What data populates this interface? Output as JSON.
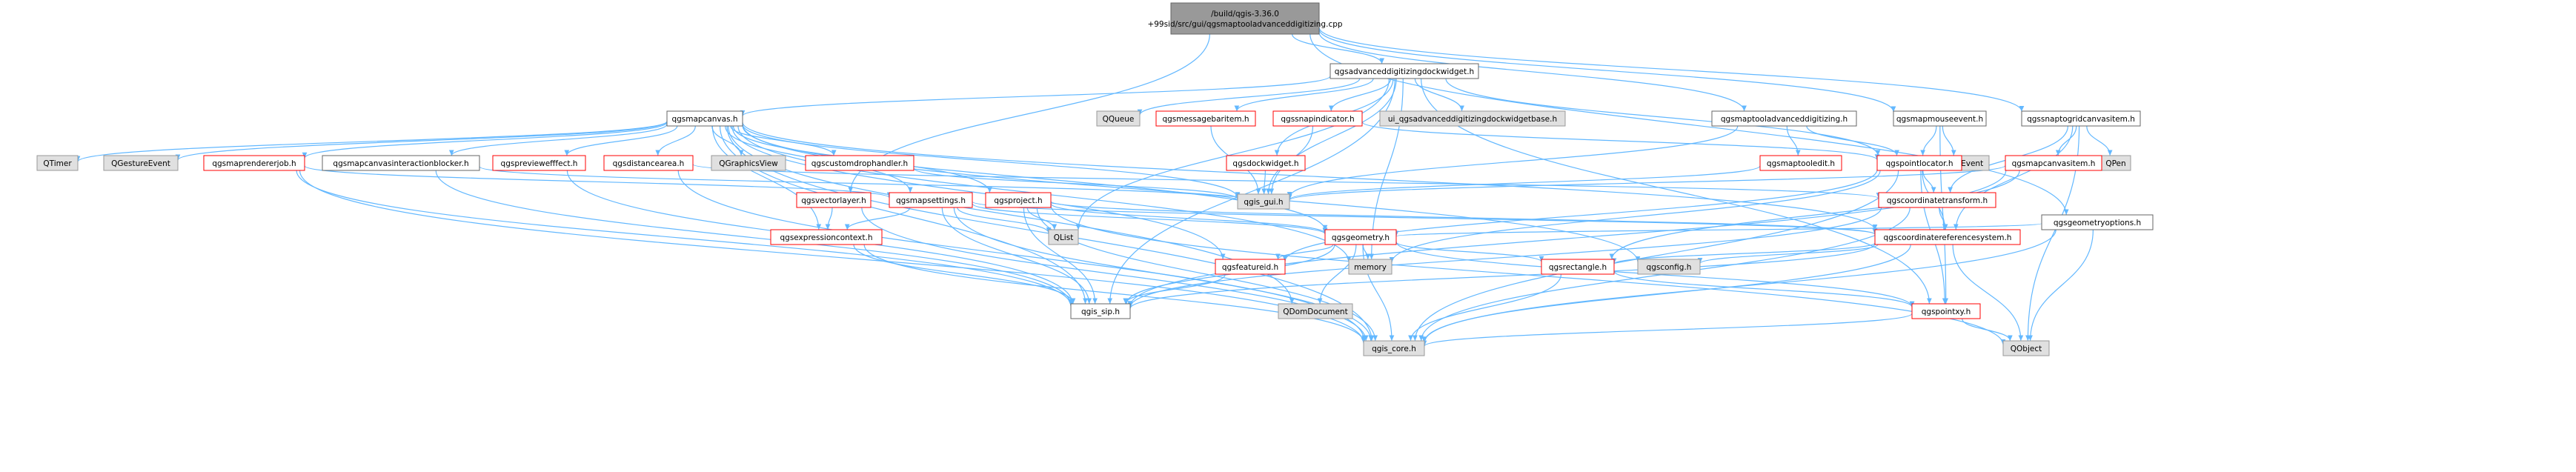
{
  "title": "/build/qgis-3.36.0+99sid/src/gui/qgsmaptooladvanceddigitizing.cpp",
  "colors": {
    "root_fill": "#999999",
    "normal_fill": "#ffffff",
    "normal_stroke": "#666666",
    "leaf_fill": "#e0e0e0",
    "leaf_stroke": "#999999",
    "red_stroke": "#ff0000",
    "edge": "#63b8ff",
    "text": "#000000"
  },
  "nodes": [
    {
      "id": "root",
      "lines": [
        "/build/qgis-3.36.0",
        "+99sid/src/gui/qgsmaptooladvanceddigitizing.cpp"
      ],
      "style": "root"
    },
    {
      "id": "advdock",
      "lines": [
        "qgsadvanceddigitizingdockwidget.h"
      ],
      "style": "normal"
    },
    {
      "id": "mapcanvas",
      "lines": [
        "qgsmapcanvas.h"
      ],
      "style": "normal"
    },
    {
      "id": "maptooladv",
      "lines": [
        "qgsmaptooladvanceddigitizing.h"
      ],
      "style": "normal"
    },
    {
      "id": "mapmouseevent",
      "lines": [
        "qgsmapmouseevent.h"
      ],
      "style": "normal"
    },
    {
      "id": "snaptogrid",
      "lines": [
        "qgssnaptogridcanvasitem.h"
      ],
      "style": "normal"
    },
    {
      "id": "qtimer",
      "lines": [
        "QTimer"
      ],
      "style": "leaf"
    },
    {
      "id": "qgesture",
      "lines": [
        "QGestureEvent"
      ],
      "style": "leaf"
    },
    {
      "id": "maprendererjob",
      "lines": [
        "qgsmaprendererjob.h"
      ],
      "style": "red"
    },
    {
      "id": "interactionblocker",
      "lines": [
        "qgsmapcanvasinteractionblocker.h"
      ],
      "style": "normal"
    },
    {
      "id": "previeweffect",
      "lines": [
        "qgspreviewefffect.h"
      ],
      "style": "red"
    },
    {
      "id": "distancearea",
      "lines": [
        "qgsdistancearea.h"
      ],
      "style": "red"
    },
    {
      "id": "qgraphicsview",
      "lines": [
        "QGraphicsView"
      ],
      "style": "leaf"
    },
    {
      "id": "customdrop",
      "lines": [
        "qgscustomdrophandler.h"
      ],
      "style": "red"
    },
    {
      "id": "qqueue",
      "lines": [
        "QQueue"
      ],
      "style": "leaf"
    },
    {
      "id": "messagebar",
      "lines": [
        "qgsmessagebaritem.h"
      ],
      "style": "red"
    },
    {
      "id": "snapindicator",
      "lines": [
        "qgssnapindicator.h"
      ],
      "style": "red"
    },
    {
      "id": "uiadv",
      "lines": [
        "ui_qgsadvanceddigitizingdockwidgetbase.h"
      ],
      "style": "leaf"
    },
    {
      "id": "dockwidget",
      "lines": [
        "qgsdockwidget.h"
      ],
      "style": "red"
    },
    {
      "id": "qmouseevent",
      "lines": [
        "QMouseEvent"
      ],
      "style": "leaf"
    },
    {
      "id": "qpen",
      "lines": [
        "QPen"
      ],
      "style": "leaf"
    },
    {
      "id": "maptooledit",
      "lines": [
        "qgsmaptooledit.h"
      ],
      "style": "red"
    },
    {
      "id": "pointlocator",
      "lines": [
        "qgspointlocator.h"
      ],
      "style": "red"
    },
    {
      "id": "mapcanvasitem",
      "lines": [
        "qgsmapcanvasitem.h"
      ],
      "style": "red"
    },
    {
      "id": "qgisgui",
      "lines": [
        "qgis_gui.h"
      ],
      "style": "leaf"
    },
    {
      "id": "vectorlayer",
      "lines": [
        "qgsvectorlayer.h"
      ],
      "style": "red"
    },
    {
      "id": "mapsettings",
      "lines": [
        "qgsmapsettings.h"
      ],
      "style": "red"
    },
    {
      "id": "project",
      "lines": [
        "qgsproject.h"
      ],
      "style": "red"
    },
    {
      "id": "coordtransform",
      "lines": [
        "qgscoordinatetransform.h"
      ],
      "style": "red"
    },
    {
      "id": "geometryoptions",
      "lines": [
        "qgsgeometryoptions.h"
      ],
      "style": "normal"
    },
    {
      "id": "qlist",
      "lines": [
        "QList"
      ],
      "style": "leaf"
    },
    {
      "id": "exprcontext",
      "lines": [
        "qgsexpressioncontext.h"
      ],
      "style": "red"
    },
    {
      "id": "geometry",
      "lines": [
        "qgsgeometry.h"
      ],
      "style": "red"
    },
    {
      "id": "crs",
      "lines": [
        "qgscoordinatereferencesystem.h"
      ],
      "style": "red"
    },
    {
      "id": "featureid",
      "lines": [
        "qgsfeatureid.h"
      ],
      "style": "red"
    },
    {
      "id": "memory",
      "lines": [
        "memory"
      ],
      "style": "leaf"
    },
    {
      "id": "rectangle",
      "lines": [
        "qgsrectangle.h"
      ],
      "style": "red"
    },
    {
      "id": "qgsconfig",
      "lines": [
        "qgsconfig.h"
      ],
      "style": "leaf"
    },
    {
      "id": "qgissip",
      "lines": [
        "qgis_sip.h"
      ],
      "style": "normal"
    },
    {
      "id": "qdomdocument",
      "lines": [
        "QDomDocument"
      ],
      "style": "leaf"
    },
    {
      "id": "pointxy",
      "lines": [
        "qgspointxy.h"
      ],
      "style": "red"
    },
    {
      "id": "qgiscore",
      "lines": [
        "qgis_core.h"
      ],
      "style": "leaf"
    },
    {
      "id": "qobject",
      "lines": [
        "QObject"
      ],
      "style": "leaf"
    }
  ],
  "edges": [
    [
      "root",
      "advdock"
    ],
    [
      "root",
      "maptooladv"
    ],
    [
      "root",
      "mapmouseevent"
    ],
    [
      "root",
      "snaptogrid"
    ],
    [
      "root",
      "geometryoptions"
    ],
    [
      "root",
      "vectorlayer"
    ],
    [
      "advdock",
      "mapcanvas"
    ],
    [
      "advdock",
      "qqueue"
    ],
    [
      "advdock",
      "messagebar"
    ],
    [
      "advdock",
      "snapindicator"
    ],
    [
      "advdock",
      "uiadv"
    ],
    [
      "advdock",
      "dockwidget"
    ],
    [
      "advdock",
      "qgisgui"
    ],
    [
      "advdock",
      "qgissip"
    ],
    [
      "advdock",
      "qlist"
    ],
    [
      "advdock",
      "pointlocator"
    ],
    [
      "advdock",
      "pointxy"
    ],
    [
      "advdock",
      "memory"
    ],
    [
      "mapcanvas",
      "qtimer"
    ],
    [
      "mapcanvas",
      "qgesture"
    ],
    [
      "mapcanvas",
      "maprendererjob"
    ],
    [
      "mapcanvas",
      "interactionblocker"
    ],
    [
      "mapcanvas",
      "previeweffect"
    ],
    [
      "mapcanvas",
      "distancearea"
    ],
    [
      "mapcanvas",
      "qgraphicsview"
    ],
    [
      "mapcanvas",
      "customdrop"
    ],
    [
      "mapcanvas",
      "qgisgui"
    ],
    [
      "mapcanvas",
      "mapsettings"
    ],
    [
      "mapcanvas",
      "project"
    ],
    [
      "mapcanvas",
      "exprcontext"
    ],
    [
      "mapcanvas",
      "featureid"
    ],
    [
      "mapcanvas",
      "geometry"
    ],
    [
      "mapcanvas",
      "qgissip"
    ],
    [
      "mapcanvas",
      "qdomdocument"
    ],
    [
      "mapcanvas",
      "qgiscore"
    ],
    [
      "mapcanvas",
      "crs"
    ],
    [
      "mapcanvas",
      "memory"
    ],
    [
      "mapcanvas",
      "qgsconfig"
    ],
    [
      "maptooladv",
      "maptooledit"
    ],
    [
      "maptooladv",
      "pointlocator"
    ],
    [
      "maptooladv",
      "qgisgui"
    ],
    [
      "mapmouseevent",
      "qmouseevent"
    ],
    [
      "mapmouseevent",
      "pointlocator"
    ],
    [
      "mapmouseevent",
      "pointxy"
    ],
    [
      "snaptogrid",
      "qpen"
    ],
    [
      "snaptogrid",
      "mapcanvasitem"
    ],
    [
      "snaptogrid",
      "crs"
    ],
    [
      "snaptogrid",
      "coordtransform"
    ],
    [
      "snaptogrid",
      "qobject"
    ],
    [
      "maprendererjob",
      "mapsettings"
    ],
    [
      "maprendererjob",
      "qgiscore"
    ],
    [
      "maprendererjob",
      "qgissip"
    ],
    [
      "interactionblocker",
      "qgisgui"
    ],
    [
      "interactionblocker",
      "qgissip"
    ],
    [
      "previeweffect",
      "qgissip"
    ],
    [
      "distancearea",
      "coordtransform"
    ],
    [
      "distancearea",
      "qgiscore"
    ],
    [
      "customdrop",
      "qgisgui"
    ],
    [
      "messagebar",
      "qgisgui"
    ],
    [
      "snapindicator",
      "qgisgui"
    ],
    [
      "snapindicator",
      "pointlocator"
    ],
    [
      "dockwidget",
      "qgisgui"
    ],
    [
      "maptooledit",
      "qgisgui"
    ],
    [
      "pointlocator",
      "coordtransform"
    ],
    [
      "pointlocator",
      "crs"
    ],
    [
      "pointlocator",
      "pointxy"
    ],
    [
      "pointlocator",
      "qgiscore"
    ],
    [
      "pointlocator",
      "featureid"
    ],
    [
      "pointlocator",
      "memory"
    ],
    [
      "mapcanvasitem",
      "qgisgui"
    ],
    [
      "mapcanvasitem",
      "rectangle"
    ],
    [
      "mapcanvasitem",
      "qgissip"
    ],
    [
      "vectorlayer",
      "exprcontext"
    ],
    [
      "vectorlayer",
      "qgiscore"
    ],
    [
      "mapsettings",
      "exprcontext"
    ],
    [
      "mapsettings",
      "geometry"
    ],
    [
      "mapsettings",
      "crs"
    ],
    [
      "mapsettings",
      "qgissip"
    ],
    [
      "mapsettings",
      "qgiscore"
    ],
    [
      "mapsettings",
      "qlist"
    ],
    [
      "project",
      "geometry"
    ],
    [
      "project",
      "qlist"
    ],
    [
      "project",
      "crs"
    ],
    [
      "project",
      "qgissip"
    ],
    [
      "project",
      "qgiscore"
    ],
    [
      "project",
      "qobject"
    ],
    [
      "coordtransform",
      "crs"
    ],
    [
      "coordtransform",
      "qgissip"
    ],
    [
      "coordtransform",
      "qgiscore"
    ],
    [
      "geometryoptions",
      "geometry"
    ],
    [
      "geometryoptions",
      "qgiscore"
    ],
    [
      "geometryoptions",
      "qobject"
    ],
    [
      "exprcontext",
      "qgissip"
    ],
    [
      "exprcontext",
      "qgiscore"
    ],
    [
      "geometry",
      "featureid"
    ],
    [
      "geometry",
      "rectangle"
    ],
    [
      "geometry",
      "qdomdocument"
    ],
    [
      "geometry",
      "qgiscore"
    ],
    [
      "geometry",
      "memory"
    ],
    [
      "geometry",
      "qgissip"
    ],
    [
      "geometry",
      "pointxy"
    ],
    [
      "crs",
      "rectangle"
    ],
    [
      "crs",
      "qgsconfig"
    ],
    [
      "crs",
      "qgiscore"
    ],
    [
      "crs",
      "qgissip"
    ],
    [
      "crs",
      "qobject"
    ],
    [
      "featureid",
      "qgissip"
    ],
    [
      "rectangle",
      "qgiscore"
    ],
    [
      "rectangle",
      "pointxy"
    ],
    [
      "pointxy",
      "qgiscore"
    ],
    [
      "pointxy",
      "qobject"
    ]
  ]
}
